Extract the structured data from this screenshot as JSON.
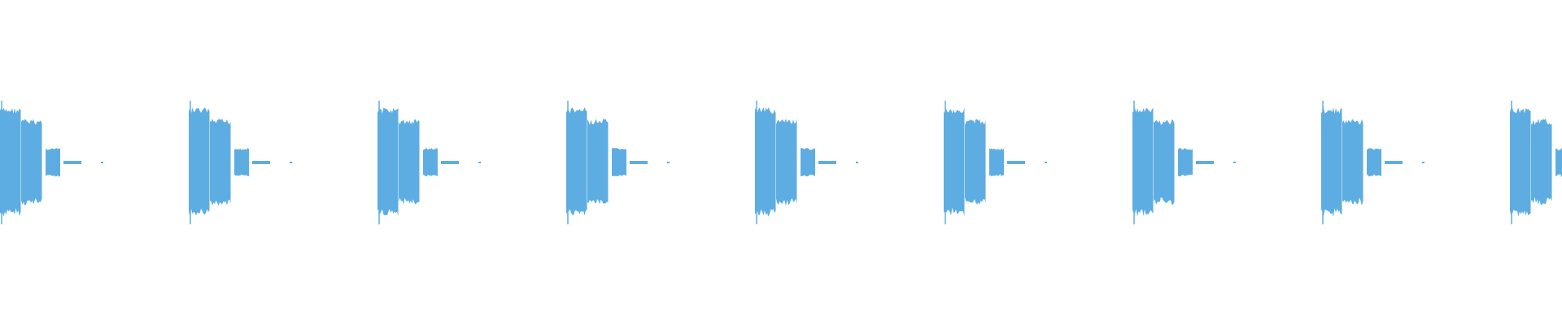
{
  "waveform": {
    "color": "#5dade2",
    "burst_count": 9,
    "segments_per_burst": [
      {
        "kind": "dense-block",
        "amplitude": 0.34
      },
      {
        "kind": "tail-block",
        "amplitude": 0.27
      },
      {
        "kind": "small-block",
        "amplitude": 0.09
      },
      {
        "kind": "thin-line",
        "amplitude": 0.02
      },
      {
        "kind": "dot",
        "amplitude": 0.02
      }
    ]
  }
}
